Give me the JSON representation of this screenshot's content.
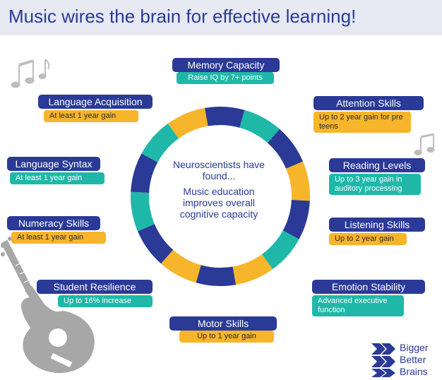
{
  "title": "Music wires the brain for effective learning!",
  "center": {
    "line1": "Neuroscientists have found...",
    "line2": "Music education improves overall cognitive capacity"
  },
  "items": [
    {
      "key": "memory",
      "label": "Memory Capacity",
      "detail": "Raise IQ by 7+ points",
      "color": "teal"
    },
    {
      "key": "attention",
      "label": "Attention Skills",
      "detail": "Up to 2 year gain for pre teens",
      "color": "gold"
    },
    {
      "key": "reading",
      "label": "Reading Levels",
      "detail": "Up to 3 year gain in auditory processing",
      "color": "teal"
    },
    {
      "key": "listening",
      "label": "Listening Skills",
      "detail": "Up to 2 year gain",
      "color": "gold"
    },
    {
      "key": "emotion",
      "label": "Emotion Stability",
      "detail": "Advanced executive function",
      "color": "teal"
    },
    {
      "key": "motor",
      "label": "Motor Skills",
      "detail": "Up to 1 year gain",
      "color": "gold"
    },
    {
      "key": "resilience",
      "label": "Student Resilience",
      "detail": "Up to 16% increase",
      "color": "teal"
    },
    {
      "key": "numeracy",
      "label": "Numeracy Skills",
      "detail": "At least 1 year gain",
      "color": "gold"
    },
    {
      "key": "syntax",
      "label": "Language Syntax",
      "detail": "At least 1 year gain",
      "color": "teal"
    },
    {
      "key": "acquisition",
      "label": "Language Acquisition",
      "detail": "At least 1 year gain",
      "color": "gold"
    }
  ],
  "logo": {
    "line1": "Bigger",
    "line2": "Better",
    "line3": "Brains"
  },
  "colors": {
    "navy": "#2a3a96",
    "teal": "#1fb8a8",
    "gold": "#f6b52a"
  },
  "icons": [
    "music-notes-icon",
    "guitar-icon",
    "brain-logo-icon"
  ]
}
